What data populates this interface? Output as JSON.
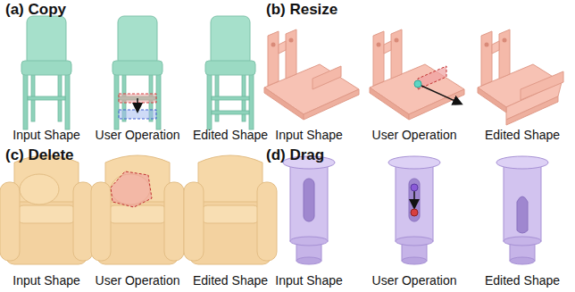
{
  "diagram": {
    "labels": [
      "(a) Copy",
      "(b) Resize",
      "Input Shape",
      "User Operation",
      "Edited Shape",
      "Input Shape",
      "User Operation",
      "Edited Shape",
      "(c) Delete",
      "(d) Drag",
      "Input Shape",
      "User Operation",
      "Edited Shape",
      "Input Shape",
      "User Operation",
      "Edited Shape"
    ]
  }
}
